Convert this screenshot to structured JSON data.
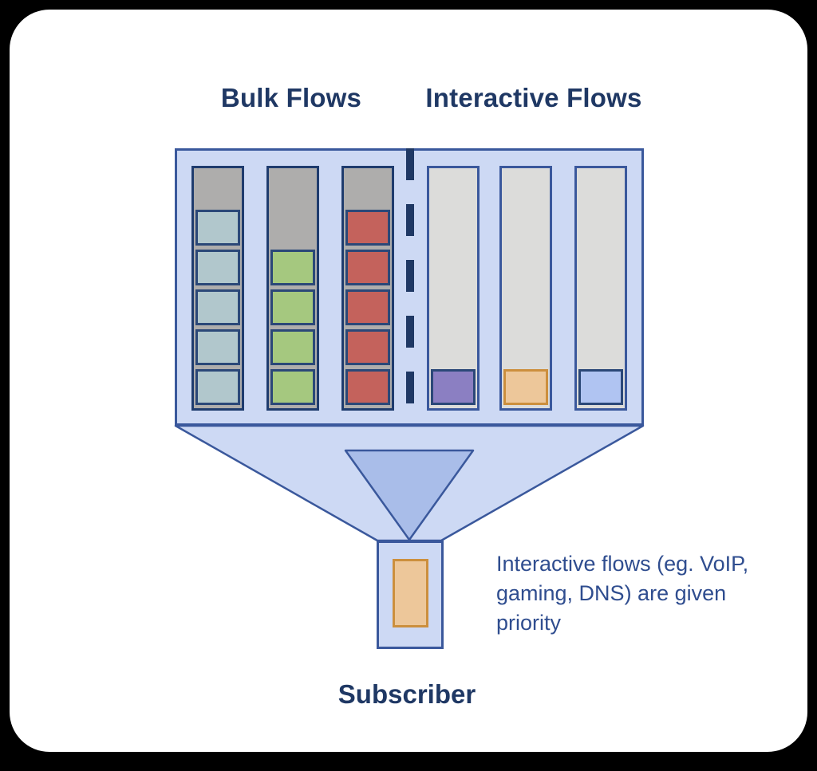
{
  "diagram": {
    "titles": {
      "bulk": "Bulk Flows",
      "interactive": "Interactive Flows"
    },
    "subscriber_label": "Subscriber",
    "annotation": "Interactive flows (eg. VoIP, gaming, DNS) are given priority",
    "queues": [
      {
        "id": "bulk-1",
        "group": "bulk",
        "blocks": 5,
        "block_color": "#b1c7cc",
        "block_border": "#2b4878"
      },
      {
        "id": "bulk-2",
        "group": "bulk",
        "blocks": 4,
        "block_color": "#a5c87f",
        "block_border": "#2b4878"
      },
      {
        "id": "bulk-3",
        "group": "bulk",
        "blocks": 5,
        "block_color": "#c4625c",
        "block_border": "#2b4878"
      },
      {
        "id": "interactive-1",
        "group": "interactive",
        "blocks": 1,
        "block_color": "#8b7fc2",
        "block_border": "#2b4878"
      },
      {
        "id": "interactive-2",
        "group": "interactive",
        "blocks": 1,
        "block_color": "#edc79a",
        "block_border": "#cc8f3d"
      },
      {
        "id": "interactive-3",
        "group": "interactive",
        "blocks": 1,
        "block_color": "#b0c4f2",
        "block_border": "#2b4878"
      }
    ],
    "funnel_output_block": {
      "color": "#edc79a",
      "border": "#cc8f3d"
    }
  },
  "colors": {
    "page_bg": "#000000",
    "card_bg": "#ffffff",
    "text_navy": "#1f3864",
    "annotation_blue": "#2f4d8f",
    "shape_border": "#3a589c",
    "panel_fill": "#cdd9f4",
    "triangle_fill": "#a9bde9",
    "bulk_queue_fill": "#aeadac",
    "bulk_queue_border": "#1f3c6e",
    "interactive_queue_fill": "#dcdcda",
    "interactive_queue_border": "#3a589c",
    "divider_navy": "#1f3864"
  }
}
